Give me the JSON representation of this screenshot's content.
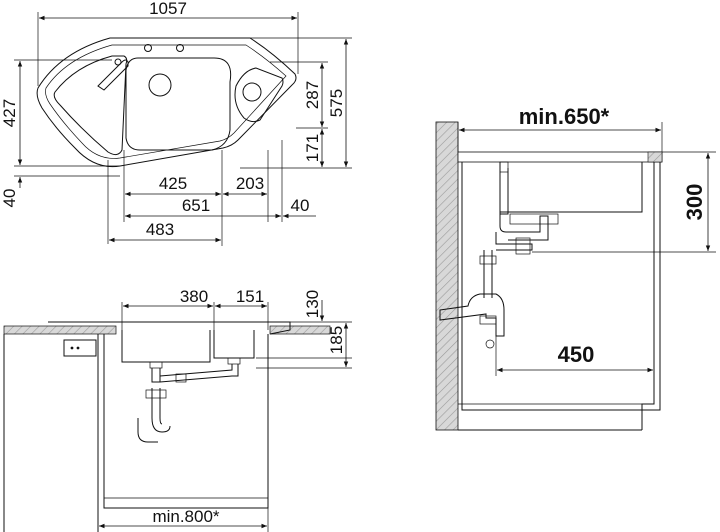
{
  "top_view": {
    "overall_width": "1057",
    "left_height": "427",
    "left_lower": "40",
    "right_upper": "287",
    "right_total": "575",
    "right_lower": "171",
    "bottom_425": "425",
    "bottom_203": "203",
    "bottom_651": "651",
    "bottom_40": "40",
    "bottom_483": "483"
  },
  "front_view": {
    "width_380": "380",
    "width_151": "151",
    "height_130": "130",
    "height_185": "185",
    "cabinet_min": "min.800*"
  },
  "side_view": {
    "cabinet_min": "min.650*",
    "height_300": "300",
    "depth_450": "450"
  }
}
